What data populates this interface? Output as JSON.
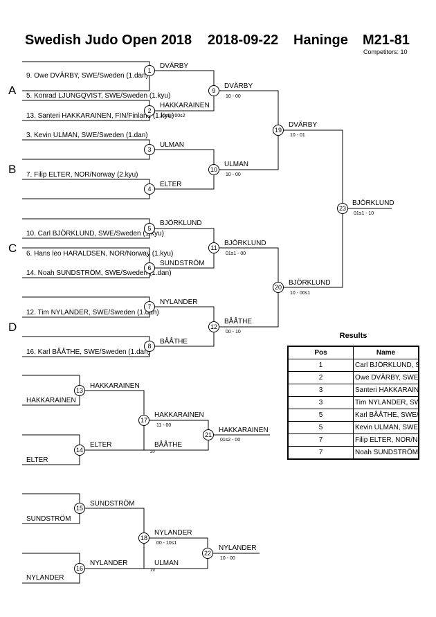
{
  "header": {
    "event": "Swedish Judo Open 2018",
    "date": "2018-09-22",
    "venue": "Haninge",
    "category": "M21-81",
    "competitors": "Competitors: 10"
  },
  "pools": [
    "A",
    "B",
    "C",
    "D"
  ],
  "entries": [
    "9. Owe DVÄRBY, SWE/Sweden (1.dan)",
    "5. Konrad LJUNGQVIST, SWE/Sweden (1.kyu)",
    "13. Santeri HAKKARAINEN, FIN/Finland (1.kyu)",
    "3. Kevin ULMAN, SWE/Sweden (1.dan)",
    "7. Filip ELTER, NOR/Norway (2.kyu)",
    "10. Carl BJÖRKLUND, SWE/Sweden (1.kyu)",
    "6. Hans leo HARALDSEN, NOR/Norway (1.kyu)",
    "14. Noah SUNDSTRÖM, SWE/Sweden (1.dan)",
    "12. Tim NYLANDER, SWE/Sweden (1.dan)",
    "16. Karl BÅÅTHE, SWE/Sweden (1.dan)"
  ],
  "matches": [
    {
      "num": "1",
      "winner": "DVÄRBY",
      "score": ""
    },
    {
      "num": "2",
      "winner": "HAKKARAINEN",
      "score": "10s1 - 00s2"
    },
    {
      "num": "3",
      "winner": "ULMAN",
      "score": ""
    },
    {
      "num": "4",
      "winner": "ELTER",
      "score": ""
    },
    {
      "num": "5",
      "winner": "BJÖRKLUND",
      "score": ""
    },
    {
      "num": "6",
      "winner": "SUNDSTRÖM",
      "score": ""
    },
    {
      "num": "7",
      "winner": "NYLANDER",
      "score": ""
    },
    {
      "num": "8",
      "winner": "BÅÅTHE",
      "score": ""
    },
    {
      "num": "9",
      "winner": "DVÄRBY",
      "score": "10 - 00"
    },
    {
      "num": "10",
      "winner": "ULMAN",
      "score": "10 - 00"
    },
    {
      "num": "11",
      "winner": "BJÖRKLUND",
      "score": "01s1 - 00"
    },
    {
      "num": "12",
      "winner": "BÅÅTHE",
      "score": "00 - 10"
    },
    {
      "num": "19",
      "winner": "DVÄRBY",
      "score": "10 - 01"
    },
    {
      "num": "20",
      "winner": "BJÖRKLUND",
      "score": "10 - 00s1"
    },
    {
      "num": "23",
      "winner": "BJÖRKLUND",
      "score": "01s1 - 10"
    },
    {
      "num": "13",
      "winner": "HAKKARAINEN",
      "score": ""
    },
    {
      "num": "14",
      "winner": "ELTER",
      "score": ""
    },
    {
      "num": "17",
      "winner": "HAKKARAINEN",
      "score": "11 - 00"
    },
    {
      "num": "21",
      "winner": "HAKKARAINEN",
      "score": "01s2 - 00"
    },
    {
      "num": "15",
      "winner": "SUNDSTRÖM",
      "score": ""
    },
    {
      "num": "16",
      "winner": "NYLANDER",
      "score": ""
    },
    {
      "num": "18",
      "winner": "NYLANDER",
      "score": "00 - 10s1"
    },
    {
      "num": "22",
      "winner": "NYLANDER",
      "score": "10 - 00"
    }
  ],
  "repechage_entries": [
    "HAKKARAINEN",
    "ELTER",
    "SUNDSTRÖM",
    "NYLANDER"
  ],
  "loser_labels": [
    {
      "name": "BÅÅTHE",
      "small": "20"
    },
    {
      "name": "ULMAN",
      "small": "19"
    }
  ],
  "results": {
    "title": "Results",
    "headers": [
      "Pos",
      "Name"
    ],
    "rows": [
      {
        "pos": "1",
        "name": "Carl BJÖRKLUND, SWE/Sweden/Bor"
      },
      {
        "pos": "2",
        "name": "Owe DVÄRBY, SWE/Sweden/Ånge"
      },
      {
        "pos": "3",
        "name": "Santeri HAKKARAINEN, FIN/Finland/J"
      },
      {
        "pos": "3",
        "name": "Tim NYLANDER, SWE/Sweden/Götel"
      },
      {
        "pos": "5",
        "name": "Karl BÅÅTHE, SWE/Sweden/IK Södr"
      },
      {
        "pos": "5",
        "name": "Kevin ULMAN, SWE/Sweden/Frövi ju"
      },
      {
        "pos": "7",
        "name": "Filip ELTER, NOR/Norway/Ippon ntg"
      },
      {
        "pos": "7",
        "name": "Noah SUNDSTRÖM, SWE/Sweden/K"
      }
    ]
  }
}
